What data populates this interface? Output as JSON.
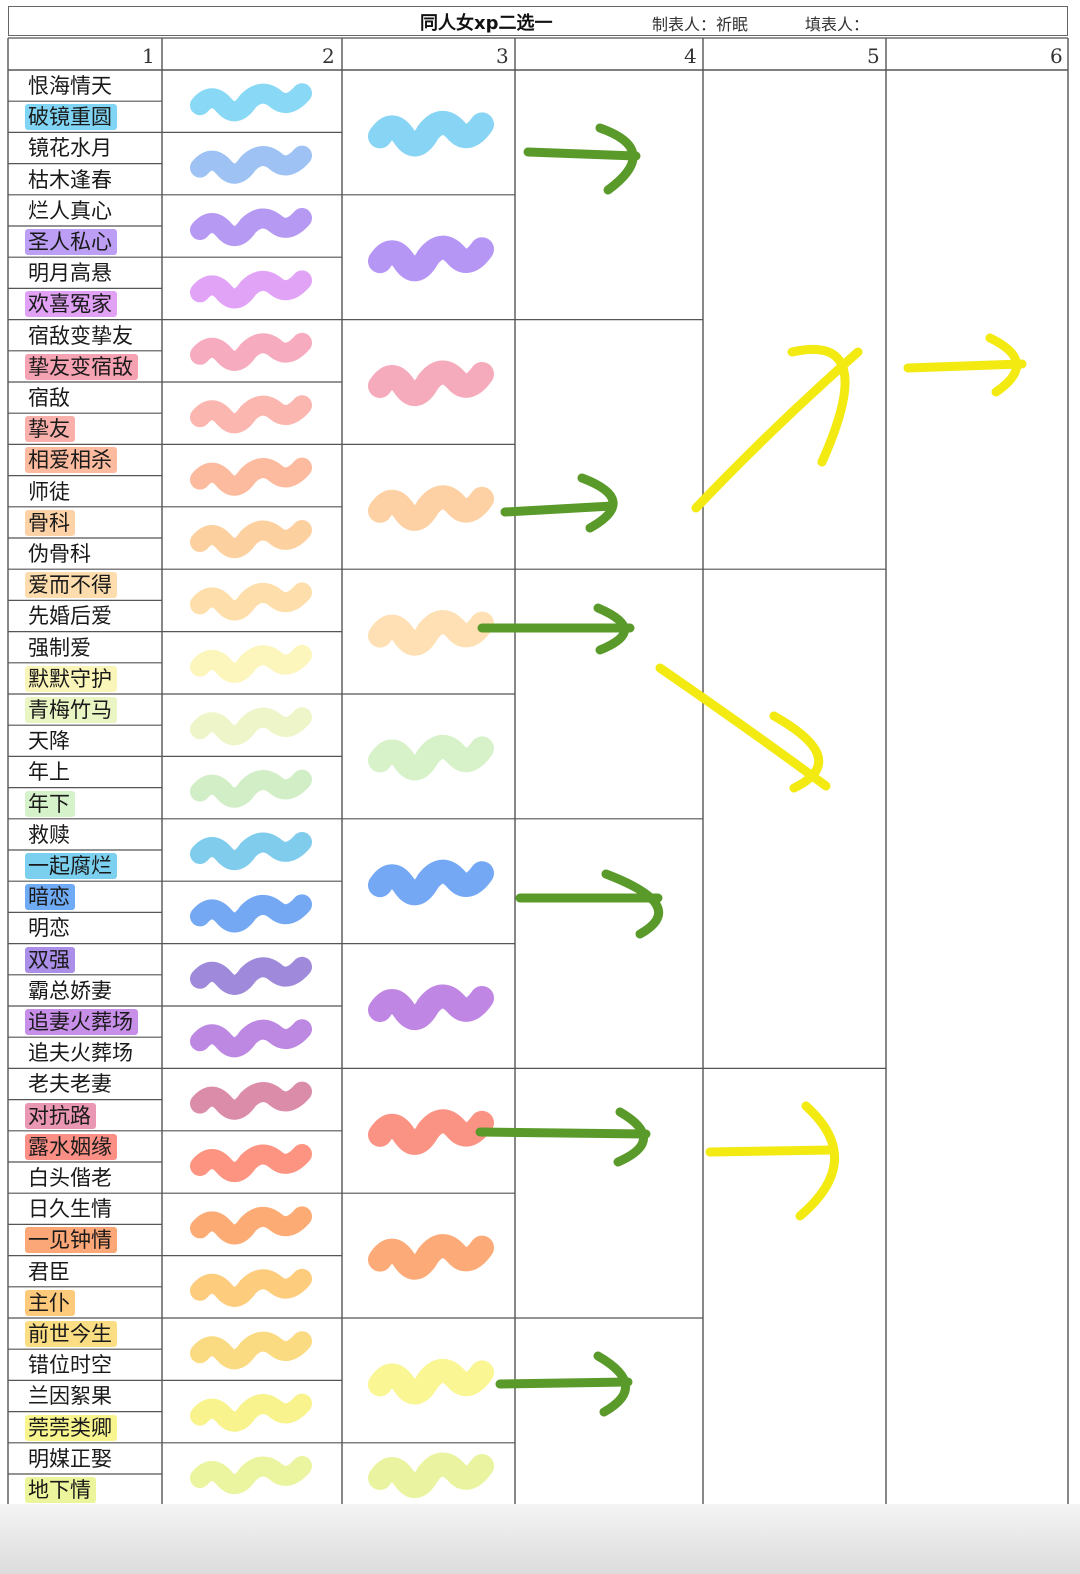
{
  "header": {
    "title": "同人女xp二选一",
    "maker": "制表人：祈眠",
    "filler": "填表人："
  },
  "columns": [
    "1",
    "2",
    "3",
    "4",
    "5",
    "6"
  ],
  "items": [
    {
      "label": "恨海情天",
      "color": ""
    },
    {
      "label": "破镜重圆",
      "color": "#56c7f0"
    },
    {
      "label": "镜花水月",
      "color": ""
    },
    {
      "label": "枯木逢春",
      "color": ""
    },
    {
      "label": "烂人真心",
      "color": ""
    },
    {
      "label": "圣人私心",
      "color": "#a67df0"
    },
    {
      "label": "明月高悬",
      "color": ""
    },
    {
      "label": "欢喜冤家",
      "color": "#d782f0"
    },
    {
      "label": "宿敌变挚友",
      "color": ""
    },
    {
      "label": "挚友变宿敌",
      "color": "#f2849a"
    },
    {
      "label": "宿敌",
      "color": ""
    },
    {
      "label": "挚友",
      "color": "#f7968f"
    },
    {
      "label": "相爱相杀",
      "color": "#fba47f"
    },
    {
      "label": "师徒",
      "color": ""
    },
    {
      "label": "骨科",
      "color": "#fcc38a"
    },
    {
      "label": "伪骨科",
      "color": ""
    },
    {
      "label": "爱而不得",
      "color": "#fcd192"
    },
    {
      "label": "先婚后爱",
      "color": ""
    },
    {
      "label": "强制爱",
      "color": ""
    },
    {
      "label": "默默守护",
      "color": "#f8f2a2"
    },
    {
      "label": "青梅竹马",
      "color": "#e3f2b0"
    },
    {
      "label": "天降",
      "color": ""
    },
    {
      "label": "年上",
      "color": ""
    },
    {
      "label": "年下",
      "color": "#c8eeb8"
    },
    {
      "label": "救赎",
      "color": ""
    },
    {
      "label": "一起腐烂",
      "color": "#4fc0ea"
    },
    {
      "label": "暗恋",
      "color": "#3f8ff0"
    },
    {
      "label": "明恋",
      "color": ""
    },
    {
      "label": "双强",
      "color": "#8d68e0"
    },
    {
      "label": "霸总娇妻",
      "color": ""
    },
    {
      "label": "追妻火葬场",
      "color": "#b56ae0"
    },
    {
      "label": "追夫火葬场",
      "color": ""
    },
    {
      "label": "老夫老妻",
      "color": ""
    },
    {
      "label": "对抗路",
      "color": "#e27498"
    },
    {
      "label": "露水姻缘",
      "color": "#fa6a5c"
    },
    {
      "label": "白头偕老",
      "color": ""
    },
    {
      "label": "日久生情",
      "color": ""
    },
    {
      "label": "一见钟情",
      "color": "#fb8a4a"
    },
    {
      "label": "君臣",
      "color": ""
    },
    {
      "label": "主仆",
      "color": "#fcb74f"
    },
    {
      "label": "前世今生",
      "color": "#fad25a"
    },
    {
      "label": "错位时空",
      "color": ""
    },
    {
      "label": "兰因絮果",
      "color": ""
    },
    {
      "label": "莞莞类卿",
      "color": "#f6f26a"
    },
    {
      "label": "明媒正娶",
      "color": ""
    },
    {
      "label": "地下情",
      "color": "#e6f27a"
    }
  ],
  "col2_marks": [
    "#5ccbf2",
    "#7aaaf0",
    "#9a72ee",
    "#d47ff2",
    "#f28aa6",
    "#f89a90",
    "#fba07a",
    "#fcbf7a",
    "#fdd28a",
    "#fbf3a4",
    "#e8f3b4",
    "#bfe8b0",
    "#4fb9e6",
    "#3f86ee",
    "#7a5ccc",
    "#a45ad6",
    "#cc5f88",
    "#fb6b50",
    "#fb8a40",
    "#fcb84a",
    "#f9cd52",
    "#f5ef60",
    "#e3f07a"
  ],
  "col3_marks": [
    "#59c3f0",
    "#9a6ef0",
    "#f28aa4",
    "#fcbf80",
    "#fdd497",
    "#c7ebb4",
    "#3f86f0",
    "#a659d8",
    "#fa6a56",
    "#fb8a44",
    "#f7f26a",
    "#e2f07c"
  ],
  "arrow_colors": {
    "green": "#5a9a2a",
    "yellow": "#f2ea10"
  }
}
